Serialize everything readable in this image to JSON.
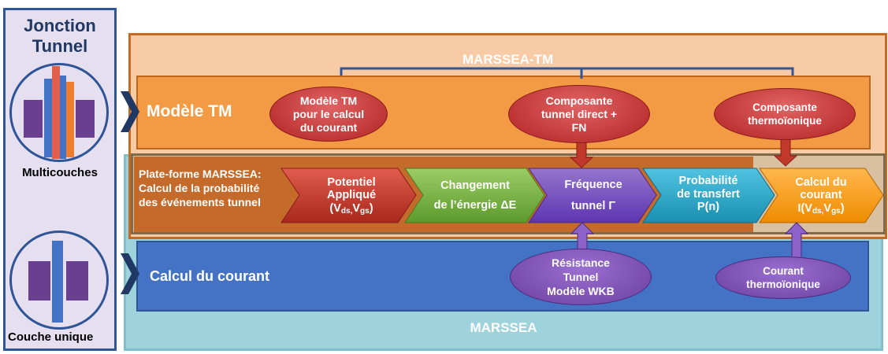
{
  "left": {
    "title_line1": "Jonction",
    "title_line2": "Tunnel",
    "caption_multi": "Multicouches",
    "caption_single": "Couche unique"
  },
  "marssea_tm_label": "MARSSEA-TM",
  "marssea_label": "MARSSEA",
  "modele_tm_label": "Modèle TM",
  "calcul_courant_label": "Calcul du courant",
  "platform_label": [
    "Plate-forme MARSSEA:",
    "Calcul de la probabilité",
    "des événements tunnel"
  ],
  "top_ellipses": [
    {
      "lines": [
        "Modèle TM",
        "pour le calcul",
        "du courant"
      ],
      "color": "#c0392b"
    },
    {
      "lines": [
        "Composante",
        "tunnel direct +",
        "FN"
      ],
      "color": "#c0392b"
    },
    {
      "lines": [
        "Composante",
        "thermoïonique"
      ],
      "color": "#c0392b"
    }
  ],
  "chevrons": [
    {
      "lines": [
        "Potentiel",
        "Appliqué"
      ],
      "sub": {
        "pre": "(V",
        "s1": "ds,",
        "mid": "V",
        "s2": "gs",
        "post": ")"
      },
      "color": "#c0392b"
    },
    {
      "lines": [
        "Changement",
        "de l’énergie ΔE"
      ],
      "color": "#7cb342"
    },
    {
      "lines": [
        "Fréquence",
        "",
        "tunnel Γ"
      ],
      "color": "#7e57c2"
    },
    {
      "lines": [
        "Probabilité",
        "de transfert",
        "P(n)"
      ],
      "color": "#29a9c9"
    },
    {
      "lines": [
        "Calcul du",
        "courant"
      ],
      "sub": {
        "pre": "I(V",
        "s1": "ds,",
        "mid": "V",
        "s2": "gs",
        "post": ")"
      },
      "color": "#f39c12"
    }
  ],
  "bottom_ellipses": [
    {
      "lines": [
        "Résistance",
        "Tunnel",
        "Modèle WKB"
      ],
      "color": "#7e57c2"
    },
    {
      "lines": [
        "Courant",
        "thermoïonique"
      ],
      "color": "#7e57c2"
    }
  ]
}
